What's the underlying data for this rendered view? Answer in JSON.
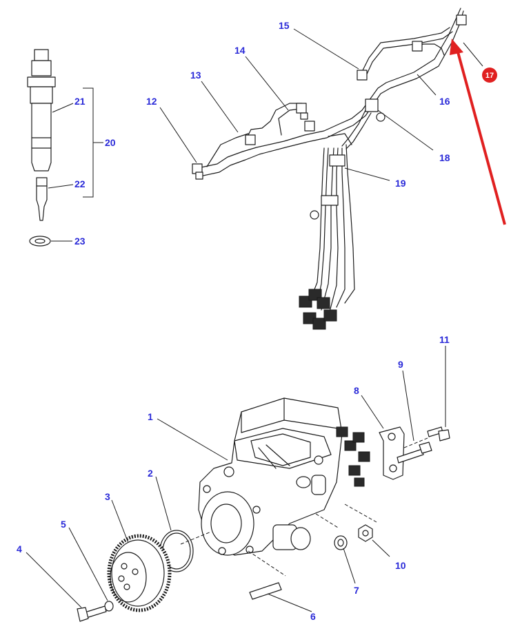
{
  "labels": {
    "n1": "1",
    "n2": "2",
    "n3": "3",
    "n4": "4",
    "n5": "5",
    "n6": "6",
    "n7": "7",
    "n8": "8",
    "n9": "9",
    "n10": "10",
    "n11": "11",
    "n12": "12",
    "n13": "13",
    "n14": "14",
    "n15": "15",
    "n16": "16",
    "n18": "18",
    "n19": "19",
    "n20": "20",
    "n21": "21",
    "n22": "22",
    "n23": "23"
  },
  "badge": {
    "text": "17",
    "color": "#e02020"
  },
  "arrow": {
    "color": "#e02020"
  },
  "label_color": "#2a2ad8"
}
